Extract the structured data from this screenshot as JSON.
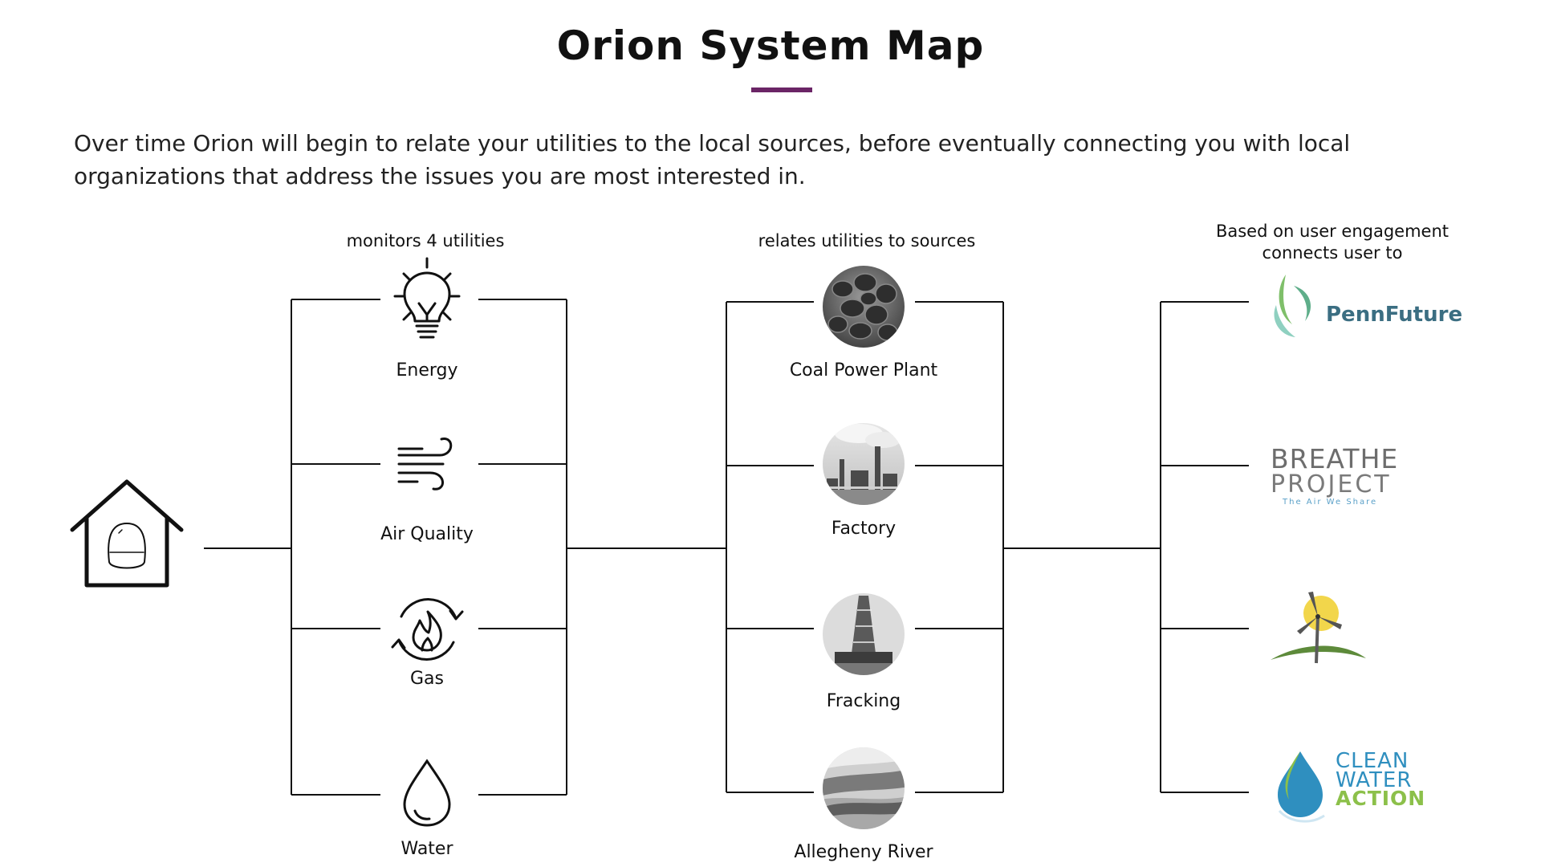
{
  "title": "Orion System Map",
  "description": "Over time Orion will begin to relate your utilities to the local sources, before eventually connecting you with local organizations that address the issues you are most interested in.",
  "colors": {
    "accent": "#6b2566",
    "line": "#111111",
    "pennfuture_text": "#3b6e82",
    "pennfuture_leaf": "#7fbf6a",
    "breathe_text": "#6d6d6d",
    "breathe_tag": "#5aa0c8",
    "cwa_blue": "#2f8fbf",
    "cwa_green": "#8cc04a",
    "wind_sun": "#f2d64b",
    "wind_hill": "#5d8a3a"
  },
  "columns": {
    "utilities": {
      "heading": "monitors 4 utilities",
      "items": [
        {
          "label": "Energy",
          "icon": "lightbulb-icon"
        },
        {
          "label": "Air Quality",
          "icon": "wind-icon"
        },
        {
          "label": "Gas",
          "icon": "flame-cycle-icon"
        },
        {
          "label": "Water",
          "icon": "water-drop-icon"
        }
      ]
    },
    "sources": {
      "heading": "relates utilities to sources",
      "items": [
        {
          "label": "Coal Power Plant",
          "icon": "coal-photo"
        },
        {
          "label": "Factory",
          "icon": "factory-photo"
        },
        {
          "label": "Fracking",
          "icon": "fracking-rig-photo"
        },
        {
          "label": "Allegheny River",
          "icon": "river-photo"
        }
      ]
    },
    "organizations": {
      "heading_line1": "Based on user engagement",
      "heading_line2": "connects user to",
      "items": [
        {
          "name": "PennFuture",
          "icon": "pennfuture-logo"
        },
        {
          "line1": "BREATHE",
          "line2": "PROJECT",
          "tagline": "The Air We Share",
          "icon": "breathe-project-logo"
        },
        {
          "icon": "wind-turbine-logo"
        },
        {
          "line1": "CLEAN",
          "line2": "WATER",
          "line3": "ACTION",
          "icon": "clean-water-action-logo"
        }
      ]
    }
  },
  "home_icon": "house-sensor-icon"
}
